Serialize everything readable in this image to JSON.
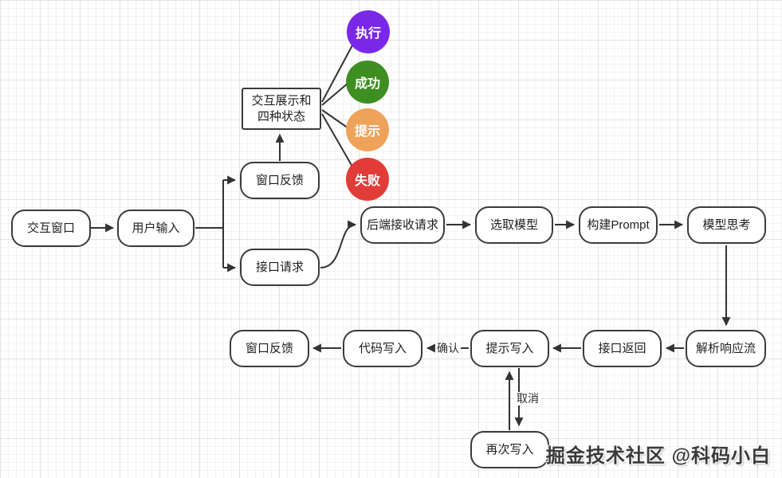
{
  "watermark": {
    "text": "掘金技术社区 @科码小白"
  },
  "nodes": {
    "interactive_window": {
      "label": "交互窗口"
    },
    "user_input": {
      "label": "用户输入"
    },
    "window_feedback_top": {
      "label": "窗口反馈"
    },
    "display_states": {
      "line1": "交互展示和",
      "line2": "四种状态"
    },
    "api_request": {
      "label": "接口请求"
    },
    "backend_receive": {
      "label": "后端接收请求"
    },
    "select_model": {
      "label": "选取模型"
    },
    "build_prompt": {
      "label": "构建Prompt"
    },
    "model_think": {
      "label": "模型思考"
    },
    "parse_stream": {
      "label": "解析响应流"
    },
    "api_return": {
      "label": "接口返回"
    },
    "prompt_write": {
      "label": "提示写入"
    },
    "code_write": {
      "label": "代码写入"
    },
    "window_feedback_bottom": {
      "label": "窗口反馈"
    },
    "write_again": {
      "label": "再次写入"
    }
  },
  "states": [
    {
      "label": "执行",
      "color": "#7a28e8"
    },
    {
      "label": "成功",
      "color": "#3e8e22"
    },
    {
      "label": "提示",
      "color": "#efa35a"
    },
    {
      "label": "失败",
      "color": "#e23c39"
    }
  ],
  "edge_labels": {
    "confirm": "确认",
    "cancel": "取消"
  },
  "edges": [
    {
      "from": "交互窗口",
      "to": "用户输入"
    },
    {
      "from": "用户输入",
      "to": "窗口反馈"
    },
    {
      "from": "用户输入",
      "to": "接口请求"
    },
    {
      "from": "窗口反馈",
      "to": "交互展示和四种状态"
    },
    {
      "from": "交互展示和四种状态",
      "to": "执行"
    },
    {
      "from": "交互展示和四种状态",
      "to": "成功"
    },
    {
      "from": "交互展示和四种状态",
      "to": "提示"
    },
    {
      "from": "交互展示和四种状态",
      "to": "失败"
    },
    {
      "from": "接口请求",
      "to": "后端接收请求"
    },
    {
      "from": "后端接收请求",
      "to": "选取模型"
    },
    {
      "from": "选取模型",
      "to": "构建Prompt"
    },
    {
      "from": "构建Prompt",
      "to": "模型思考"
    },
    {
      "from": "模型思考",
      "to": "解析响应流"
    },
    {
      "from": "解析响应流",
      "to": "接口返回"
    },
    {
      "from": "接口返回",
      "to": "提示写入"
    },
    {
      "from": "提示写入",
      "to": "代码写入",
      "label": "确认"
    },
    {
      "from": "代码写入",
      "to": "窗口反馈"
    },
    {
      "from": "提示写入",
      "to": "再次写入",
      "label": "取消"
    },
    {
      "from": "再次写入",
      "to": "提示写入"
    }
  ]
}
